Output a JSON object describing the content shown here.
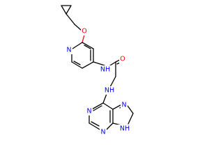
{
  "molecule": {
    "colors": {
      "carbon_bond": "#000000",
      "oxygen": "#ff0000",
      "nitrogen": "#0000ff",
      "background": "#ffffff"
    },
    "labels": {
      "ether_o": "O",
      "pyridine_n": "N",
      "amide_nh": "NH",
      "carbonyl_o": "O",
      "amine_nh": "NH",
      "purine_n1": "N",
      "purine_n3": "N",
      "purine_n7": "N",
      "purine_n9h": "NH"
    }
  }
}
